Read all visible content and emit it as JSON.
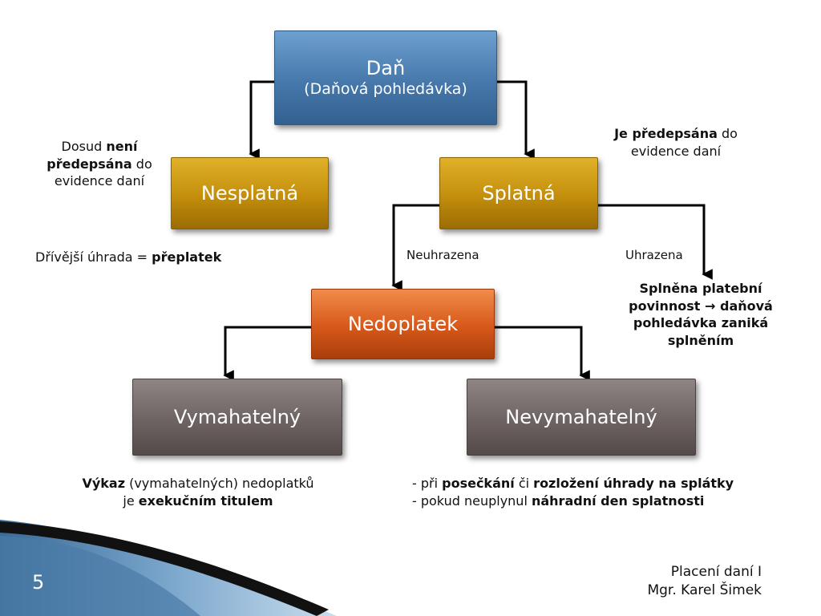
{
  "nodes": {
    "dan": {
      "title": "Daň",
      "subtitle": "(Daňová pohledávka)"
    },
    "nesplatna": {
      "title": "Nesplatná"
    },
    "splatna": {
      "title": "Splatná"
    },
    "nedoplatek": {
      "title": "Nedoplatek"
    },
    "vymahatelny": {
      "title": "Vymahatelný"
    },
    "nevymahatelny": {
      "title": "Nevymahatelný"
    }
  },
  "edge_labels": {
    "neuhrazena": "Neuhrazena",
    "uhrazena": "Uhrazena"
  },
  "notes": {
    "not_prescribed": {
      "t1": "Dosud ",
      "b1": "není",
      "b2": "předepsána",
      "t2": " do",
      "t3": "evidence daní"
    },
    "prescribed": {
      "b1": "Je předepsána",
      "t1": " do",
      "t2": "evidence daní"
    },
    "overpayment": {
      "t1": "Dřívější úhrada = ",
      "b1": "přeplatek"
    },
    "paid": {
      "line1": "Splněna platební",
      "line2a": "povinnost ",
      "arrow": "→",
      "line2b": " daňová",
      "line3": "pohledávka zaniká",
      "line4": "splněním"
    },
    "statement": {
      "b1": "Výkaz",
      "t1": " (vymahatelných) nedoplatků",
      "t2": "je ",
      "b2": "exekučním titulem"
    },
    "unenforceable": {
      "l1a": "- při ",
      "l1b": "posečkání",
      "l1c": " či ",
      "l1d": "rozložení úhrady na splátky",
      "l2a": "- pokud neuplynul ",
      "l2b": "náhradní den splatnosti"
    }
  },
  "slide_number": "5",
  "footer": {
    "line1": "Placení daní I",
    "line2": "Mgr. Karel Šimek"
  }
}
